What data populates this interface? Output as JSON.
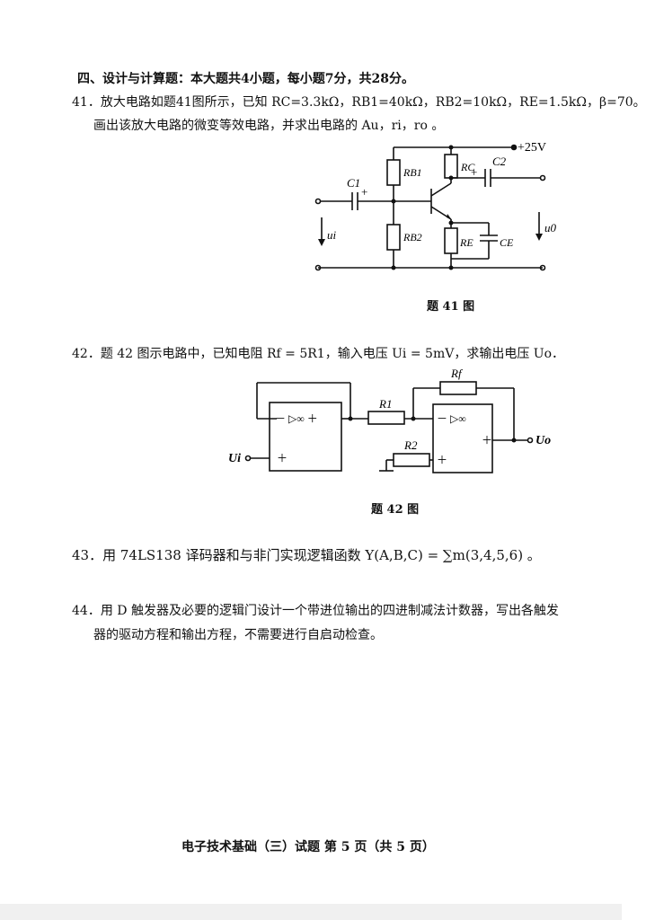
{
  "section": {
    "heading": "四、设计与计算题：本大题共4小题，每小题7分，共28分。"
  },
  "q41": {
    "line1": "41．放大电路如题41图所示，已知 RC=3.3kΩ，RB1=40kΩ，RB2=10kΩ，RE=1.5kΩ，β=70。",
    "line2": "画出该放大电路的微变等效电路，并求出电路的 Au，ri，ro 。",
    "figure": {
      "vcc": "+25V",
      "c1": "C1",
      "c2": "C2",
      "rb1": "RB1",
      "rb2": "RB2",
      "rc": "RC",
      "re": "RE",
      "ce": "CE",
      "ui": "ui",
      "uo": "u0",
      "plus1": "+",
      "plus2": "+"
    },
    "caption": "题 41 图"
  },
  "q42": {
    "text": "42．题 42 图示电路中，已知电阻 Rf = 5R1，输入电压 Ui = 5mV，求输出电压 Uo．",
    "figure": {
      "rf": "Rf",
      "r1": "R1",
      "r2": "R2",
      "ui": "Ui",
      "uo": "Uo",
      "amp1_top": "－ ▷∞   ＋",
      "amp1_plus": "＋",
      "amp2_top": "－ ▷∞",
      "amp2_plus_right": "＋",
      "amp2_plus": "＋"
    },
    "caption": "题 42 图"
  },
  "q43": {
    "text": "43．用 74LS138 译码器和与非门实现逻辑函数 Y(A,B,C) = ∑m(3,4,5,6) 。"
  },
  "q44": {
    "line1": "44．用 D 触发器及必要的逻辑门设计一个带进位输出的四进制减法计数器，写出各触发",
    "line2": "器的驱动方程和输出方程，不需要进行自启动检查。"
  },
  "footer": {
    "text": "电子技术基础（三）试题  第 5 页（共 5 页）"
  }
}
